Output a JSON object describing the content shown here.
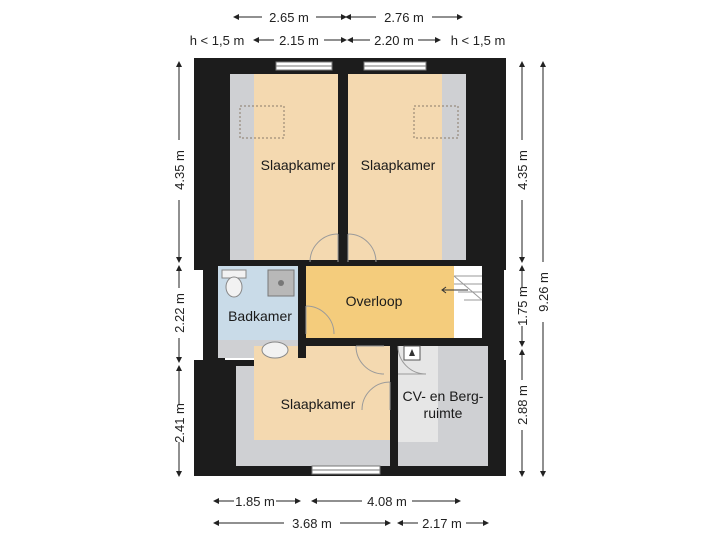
{
  "colors": {
    "wall": "#1c1c1c",
    "bedroom": "#f4d9b0",
    "landing": "#f4cc7c",
    "bathroom": "#c9dbe8",
    "utility": "#e6e6e6",
    "low_ceiling": "#cfd0d3",
    "door_arc": "#9a9a9a",
    "dim_line": "#222222"
  },
  "rooms": {
    "bedroom_top_left": "Slaapkamer",
    "bedroom_top_right": "Slaapkamer",
    "landing": "Overloop",
    "bathroom": "Badkamer",
    "bedroom_bottom": "Slaapkamer",
    "utility_line1": "CV- en Berg-",
    "utility_line2": "ruimte"
  },
  "dimensions": {
    "top_row1_left": "2.65 m",
    "top_row1_right": "2.76 m",
    "top_row2_left_low": "h < 1,5 m",
    "top_row2_mid_left": "2.15 m",
    "top_row2_mid_right": "2.20 m",
    "top_row2_right_low": "h < 1,5 m",
    "left_top": "4.35 m",
    "left_mid": "2.22 m",
    "left_bottom": "2.41 m",
    "right_top": "4.35 m",
    "right_mid": "1.75 m",
    "right_bottom": "2.88 m",
    "right_total": "9.26 m",
    "bottom_row1_left": "1.85 m",
    "bottom_row1_right": "4.08 m",
    "bottom_row2_left": "3.68 m",
    "bottom_row2_right": "2.17 m"
  }
}
